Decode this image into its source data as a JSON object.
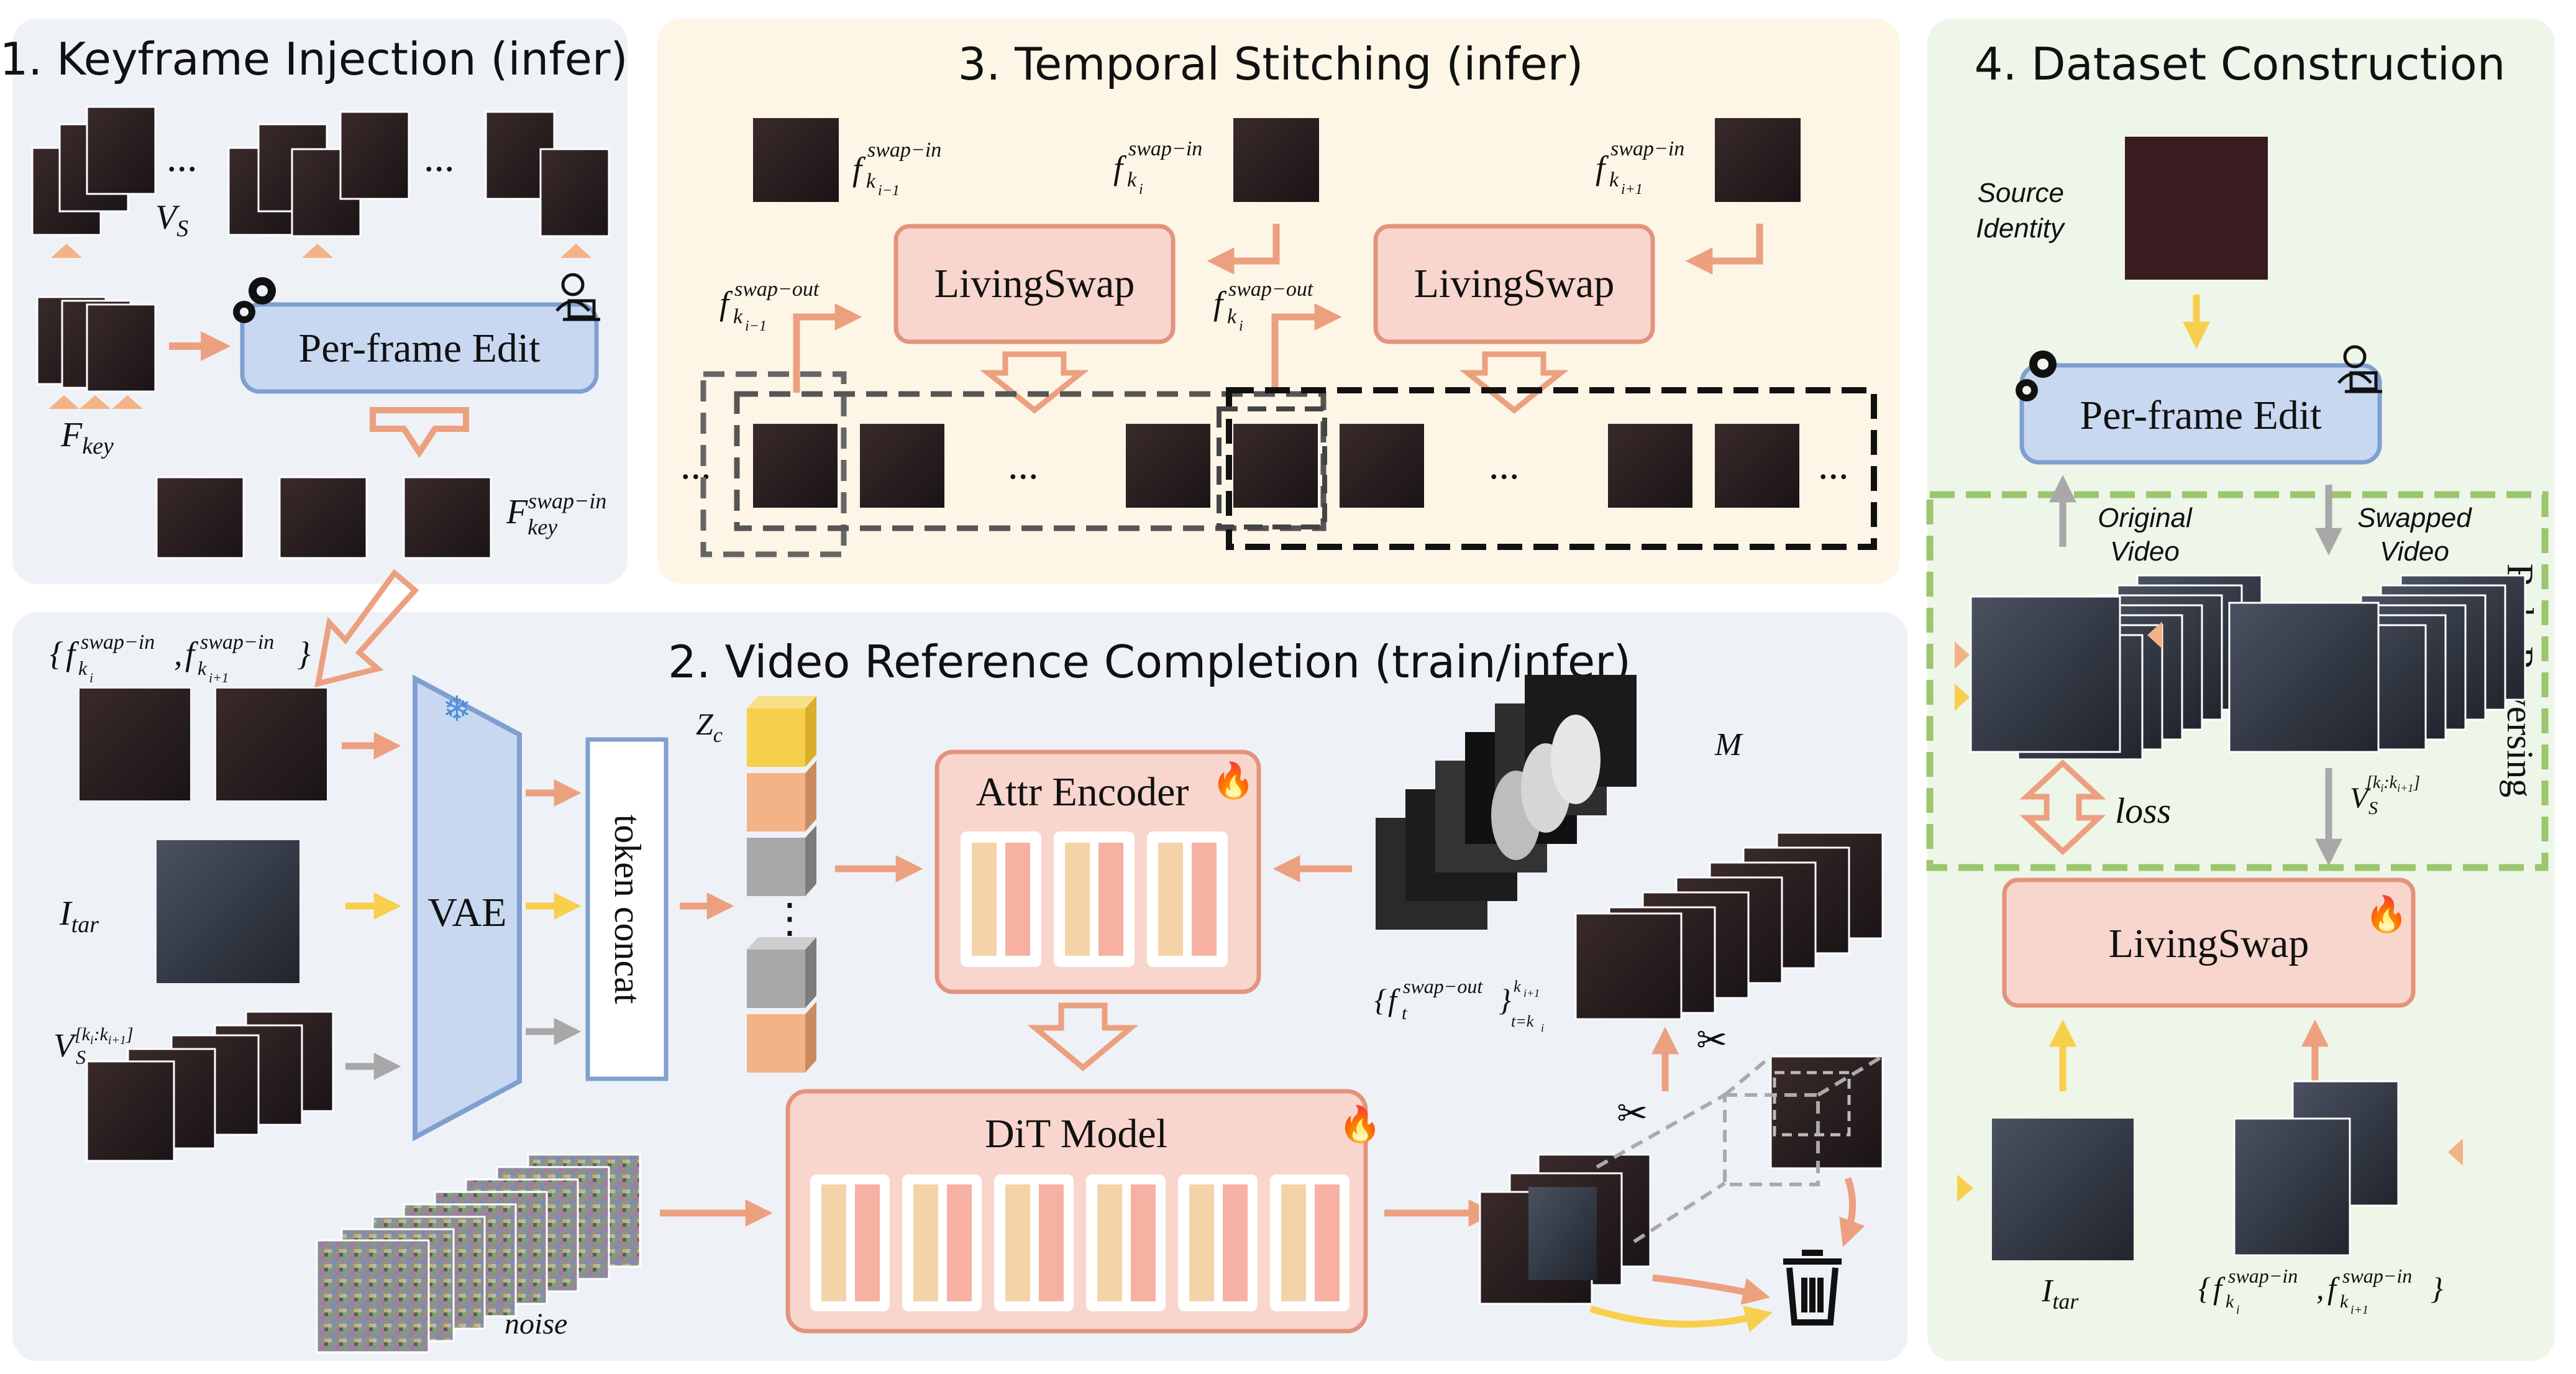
{
  "panels": {
    "p1": {
      "title": "1. Keyframe Injection (infer)"
    },
    "p2": {
      "title": "2. Video Reference Completion (train/infer)"
    },
    "p3": {
      "title": "3. Temporal Stitching (infer)"
    },
    "p4": {
      "title": "4. Dataset Construction"
    }
  },
  "blocks": {
    "perframe_edit": "Per-frame Edit",
    "livingswap": "LivingSwap",
    "vae": "VAE",
    "token_concat": "token concat",
    "attr_encoder": "Attr Encoder",
    "dit_model": "DiT Model"
  },
  "symbols": {
    "ellipsis": "...",
    "vdots": "⋮",
    "vs_base": "V",
    "vs_sub": "S",
    "vs_range": "[k",
    "vs_range_i": "i",
    "vs_range_mid": ":k",
    "vs_range_j": "i+1",
    "vs_range_end": "]",
    "fkey_base": "F",
    "fkey_sub": "key",
    "swap_in": "swap−in",
    "swap_out": "swap−out",
    "f": "f",
    "k": "k",
    "i_minus_1": "i−1",
    "i": "i",
    "i_plus_1": "i+1",
    "itar_base": "I",
    "itar_sub": "tar",
    "zc_base": "Z",
    "zc_sub": "c",
    "m": "M",
    "noise": "noise",
    "loss": "loss",
    "t": "t",
    "t_eq_k": "t=k",
    "brace_open": "{",
    "brace_close": "}",
    "comma": ","
  },
  "labels": {
    "source_identity_1": "Source",
    "source_identity_2": "Identity",
    "original_video_1": "Original",
    "original_video_2": "Video",
    "swapped_video_1": "Swapped",
    "swapped_video_2": "Video",
    "role_reversing": "Role-Reversing"
  },
  "colors": {
    "panel_blue": "#eef2f7",
    "panel_yellow": "#fdf6e6",
    "panel_green": "#eef5e9",
    "edit_fill": "#c8d8f0",
    "edit_stroke": "#7f9fd0",
    "swap_fill": "#f8d6cd",
    "swap_stroke": "#e3937c",
    "arrow_orange": "#eca07f",
    "arrow_yellow": "#f8cf4d",
    "arrow_gray": "#a8a8a8",
    "dash_green": "#9bc66e",
    "token_yellow": "#f6d04d",
    "token_orange": "#f3b386",
    "token_gray": "#a8a8a8"
  }
}
